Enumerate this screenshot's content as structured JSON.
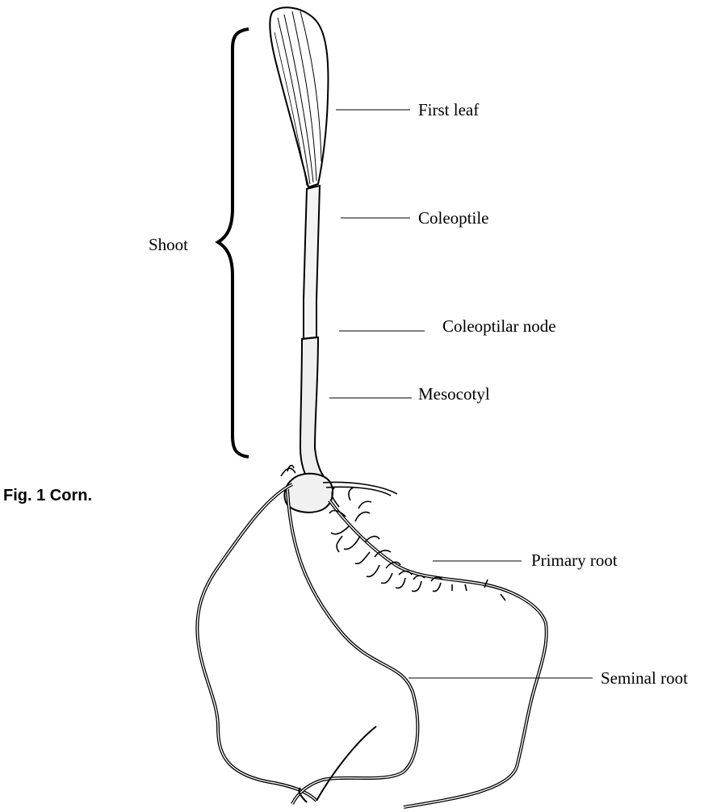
{
  "caption": "Fig. 1 Corn.",
  "labels": {
    "first_leaf": "First leaf",
    "coleoptile": "Coleoptile",
    "coleoptilar_node": "Coleoptilar node",
    "mesocotyl": "Mesocotyl",
    "shoot": "Shoot",
    "primary_root": "Primary root",
    "seminal_root": "Seminal root"
  },
  "colors": {
    "ink": "#000000",
    "background": "#ffffff"
  }
}
